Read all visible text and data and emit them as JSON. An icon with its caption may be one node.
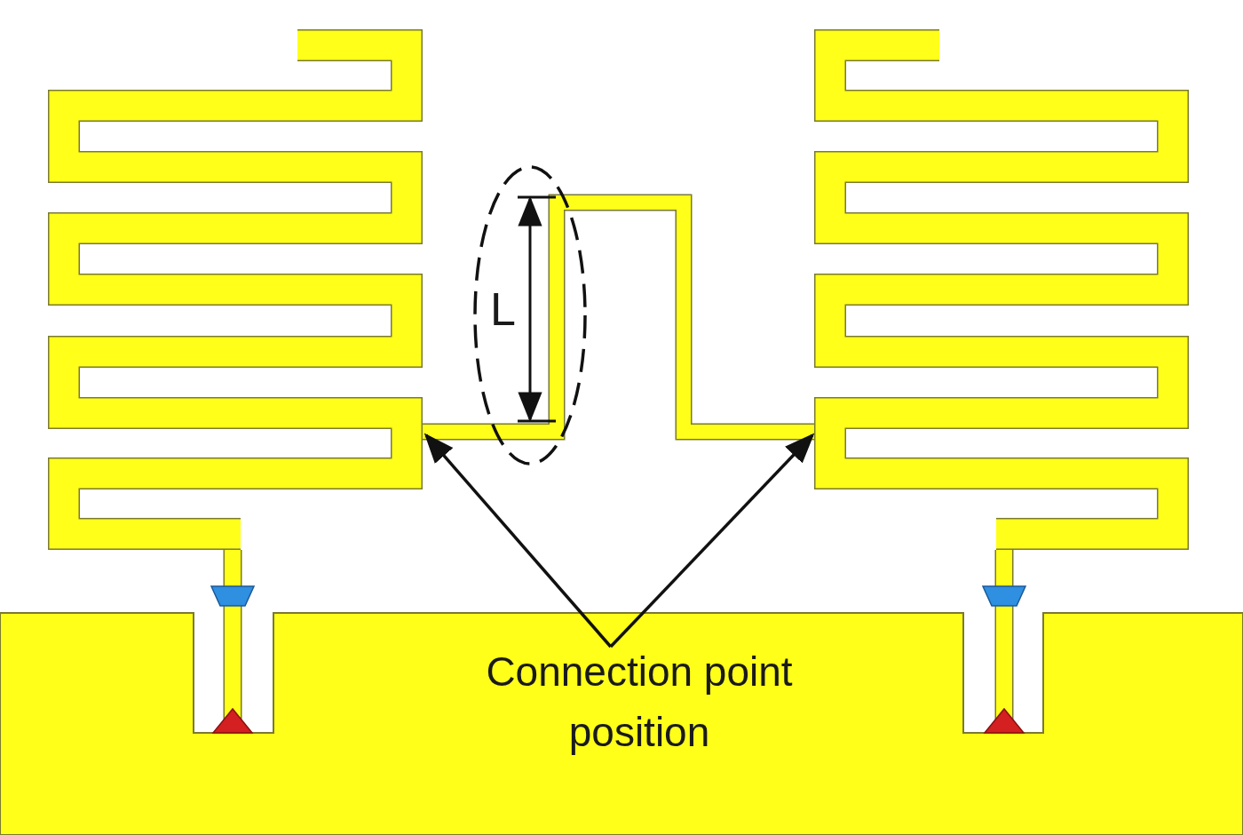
{
  "diagram": {
    "nodes": [
      {
        "text": [
          "Connection point position"
        ]
      },
      {
        "text": [],
        "shape": "picture"
      },
      {
        "text": [],
        "shape": "picture"
      }
    ],
    "edges": [
      {
        "from": 0,
        "to": 1,
        "arrow": "to"
      },
      {
        "from": 0,
        "to": 2,
        "arrow": "to"
      }
    ],
    "labels": [
      "L"
    ]
  }
}
